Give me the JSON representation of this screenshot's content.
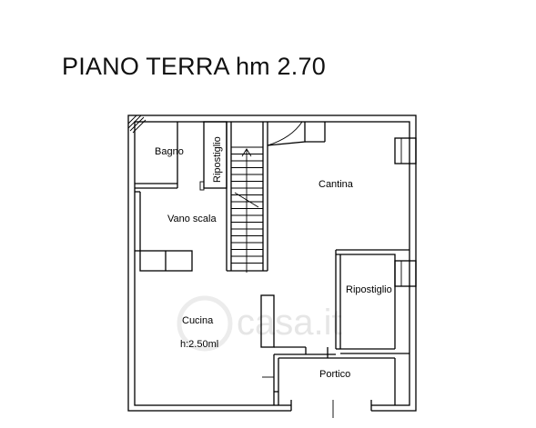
{
  "title": "PIANO TERRA hm 2.70",
  "watermark": "casa.it",
  "rooms": {
    "bagno": "Bagno",
    "ripostiglio_small": "Ripostiglio",
    "vano_scala": "Vano scala",
    "cantina": "Cantina",
    "ripostiglio": "Ripostiglio",
    "cucina": "Cucina",
    "cucina_height": "h:2.50ml",
    "portico": "Portico"
  }
}
